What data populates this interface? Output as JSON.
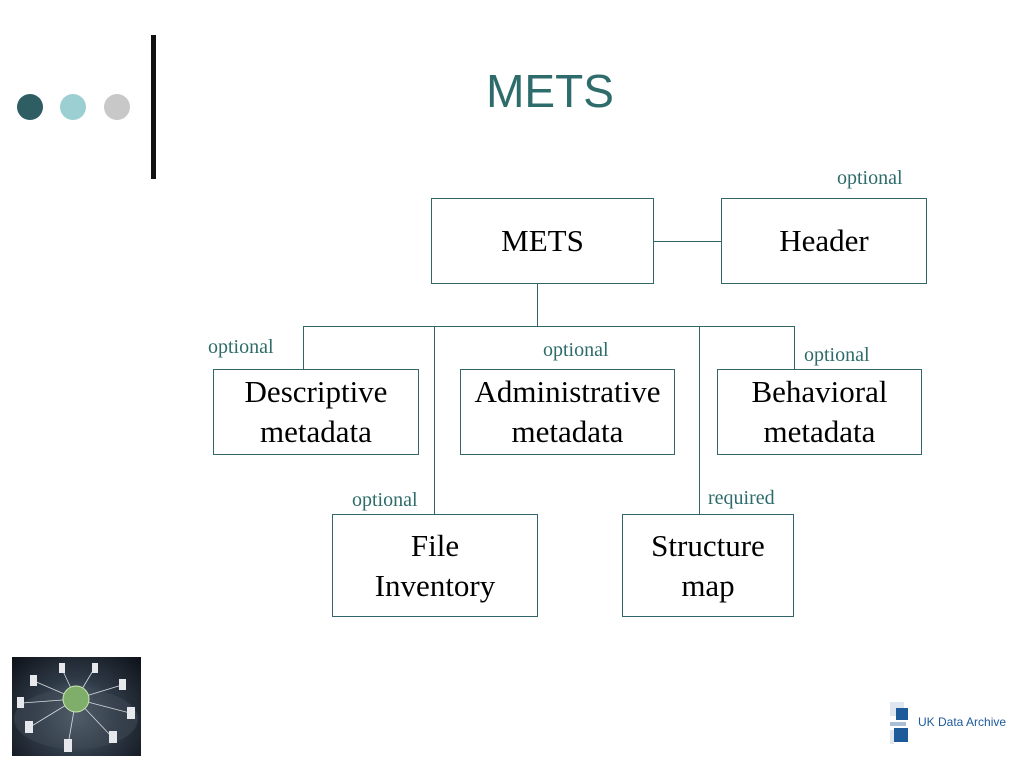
{
  "slide": {
    "title": "METS"
  },
  "colors": {
    "accent": "#2e6b6b",
    "dot_dark": "#2e5e63",
    "dot_light": "#9ccfd1",
    "dot_grey": "#c8c8c8",
    "line": "#33666b",
    "logo_blue": "#1c5a9a"
  },
  "diagram": {
    "root": "METS",
    "header": {
      "label": "Header",
      "tag": "optional"
    },
    "descriptive": {
      "line1": "Descriptive",
      "line2": "metadata",
      "tag": "optional"
    },
    "administrative": {
      "line1": "Administrative",
      "line2": "metadata",
      "tag": "optional"
    },
    "behavioral": {
      "line1": "Behavioral",
      "line2": "metadata",
      "tag": "optional"
    },
    "file_inventory": {
      "line1": "File",
      "line2": "Inventory",
      "tag": "optional"
    },
    "structure_map": {
      "line1": "Structure",
      "line2": "map",
      "tag": "required"
    }
  },
  "footer": {
    "logo_text": "UK Data Archive",
    "logo_icon": "uk-data-archive-logo-icon",
    "photo_icon": "network-globe-image"
  }
}
